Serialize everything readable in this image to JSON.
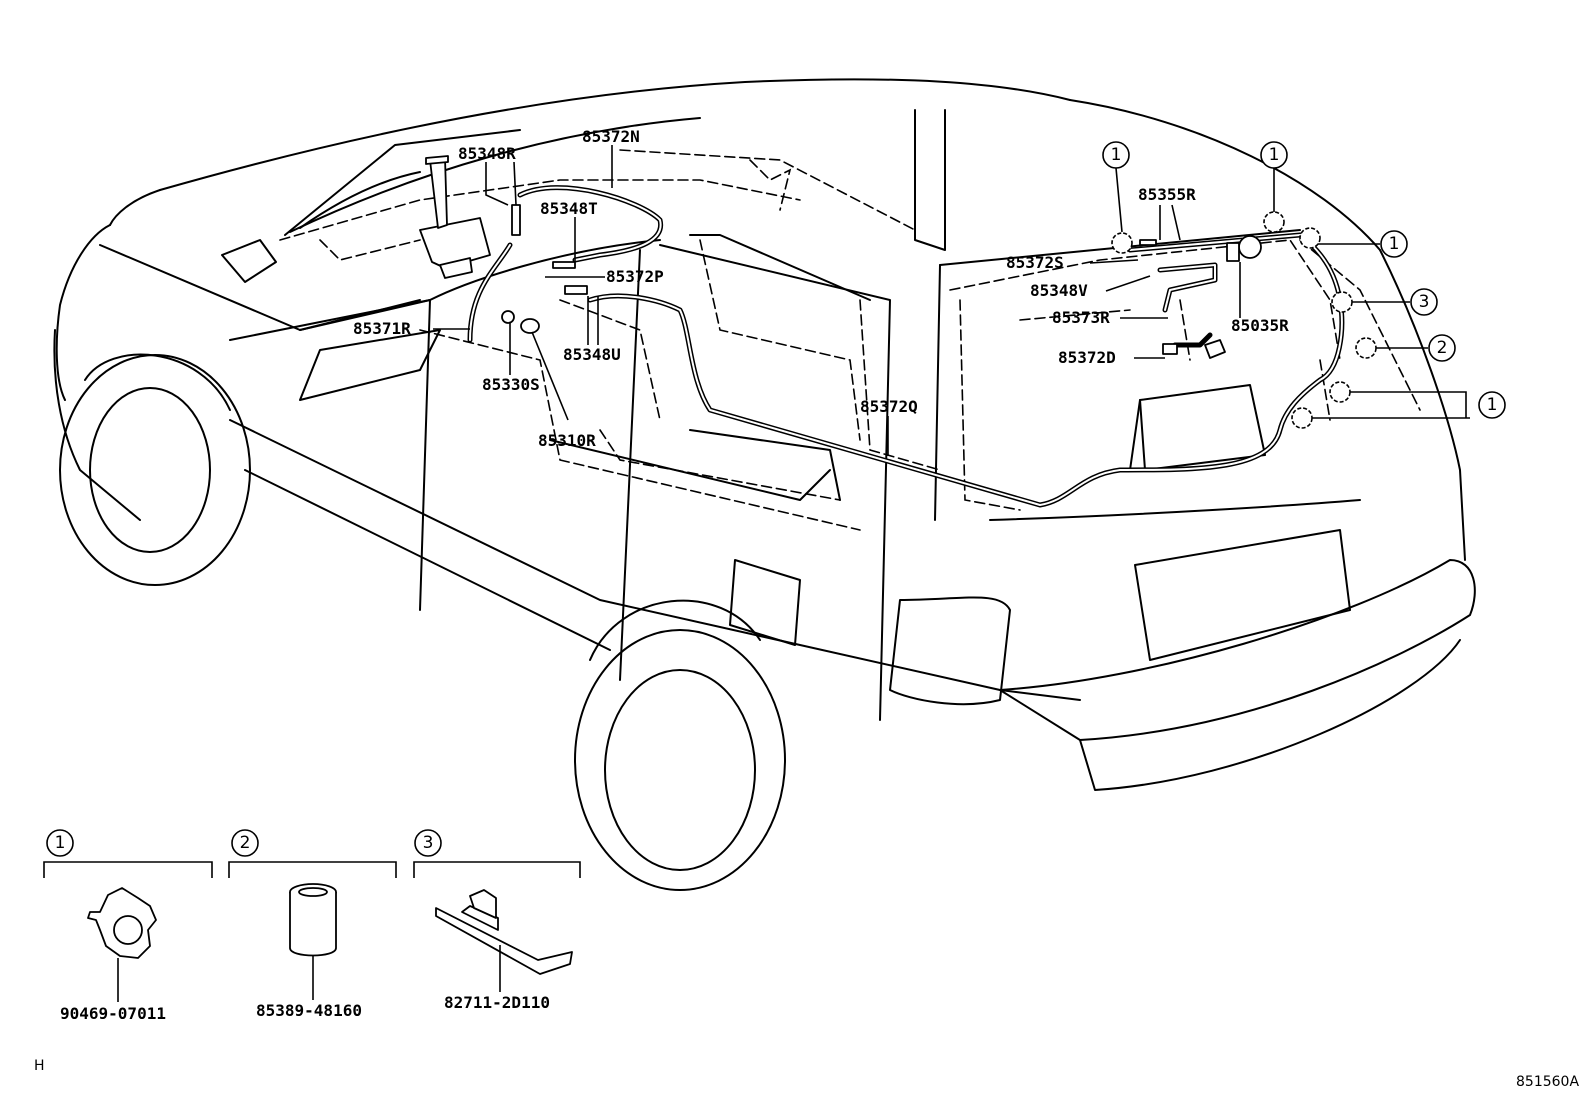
{
  "labels": {
    "p85348R": "85348R",
    "p85372N": "85372N",
    "p85348T": "85348T",
    "p85372P": "85372P",
    "p85371R": "85371R",
    "p85348U": "85348U",
    "p85330S": "85330S",
    "p85310R": "85310R",
    "p85372Q": "85372Q",
    "p85355R": "85355R",
    "p85372S": "85372S",
    "p85348V": "85348V",
    "p85373R": "85373R",
    "p85035R": "85035R",
    "p85372D": "85372D"
  },
  "callouts": {
    "one": "1",
    "two": "2",
    "three": "3"
  },
  "detail_parts": {
    "clamp": "90469-07011",
    "grommet": "85389-48160",
    "clip": "82711-2D110"
  },
  "corner_left": "H",
  "corner_right": "851560A"
}
